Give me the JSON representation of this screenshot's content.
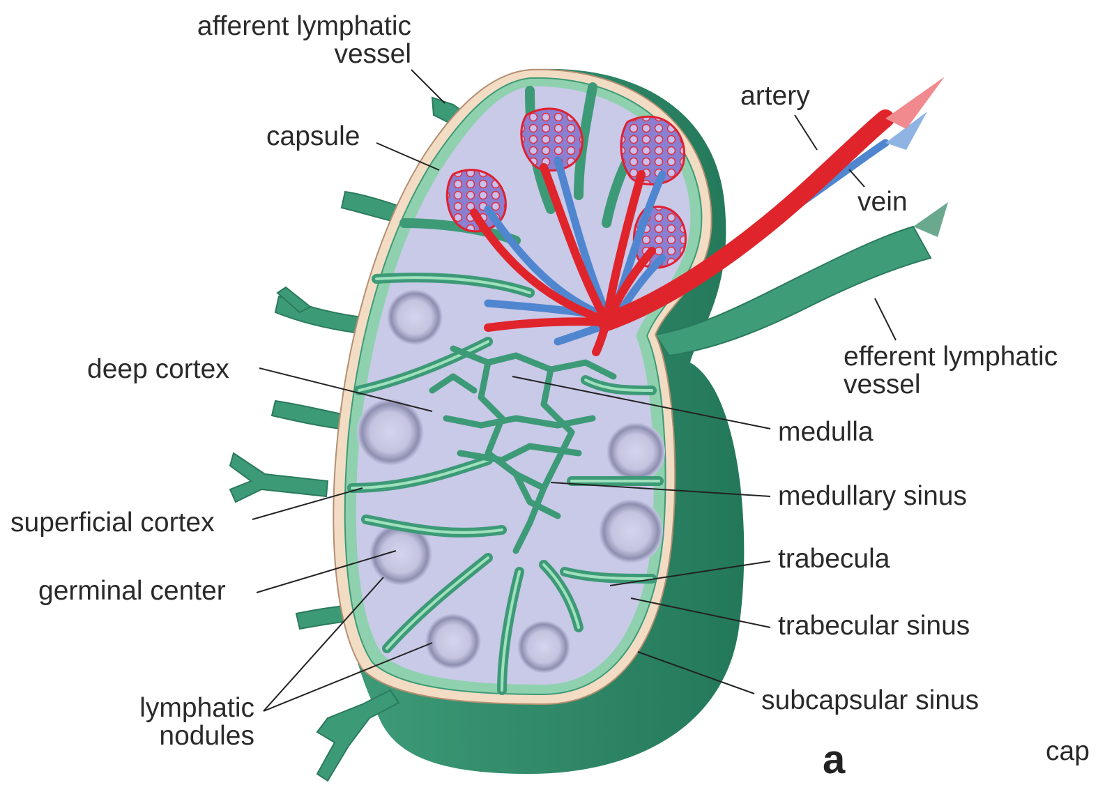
{
  "labels": {
    "afferent_lymphatic_vessel_1": "afferent lymphatic",
    "afferent_lymphatic_vessel_2": "vessel",
    "capsule": "capsule",
    "artery": "artery",
    "vein": "vein",
    "efferent_lymphatic_vessel_1": "efferent lymphatic",
    "efferent_lymphatic_vessel_2": "vessel",
    "deep_cortex": "deep cortex",
    "medulla": "medulla",
    "medullary_sinus": "medullary sinus",
    "superficial_cortex": "superficial cortex",
    "trabecula": "trabecula",
    "germinal_center": "germinal center",
    "trabecular_sinus": "trabecular sinus",
    "lymphatic_nodules_1": "lymphatic",
    "lymphatic_nodules_2": "nodules",
    "subcapsular_sinus": "subcapsular sinus",
    "panel_letter": "a",
    "cropped_text": "cap"
  },
  "colors": {
    "capsule_green": "#2e8b6a",
    "light_green": "#7fcaa3",
    "parenchyma": "#c9c9e8",
    "capsule_rim": "#f3dcc4",
    "artery_red": "#e0242b",
    "vein_blue": "#4f86cf",
    "nodule_gray": "#9a9ab8",
    "leader_line": "#222222"
  }
}
